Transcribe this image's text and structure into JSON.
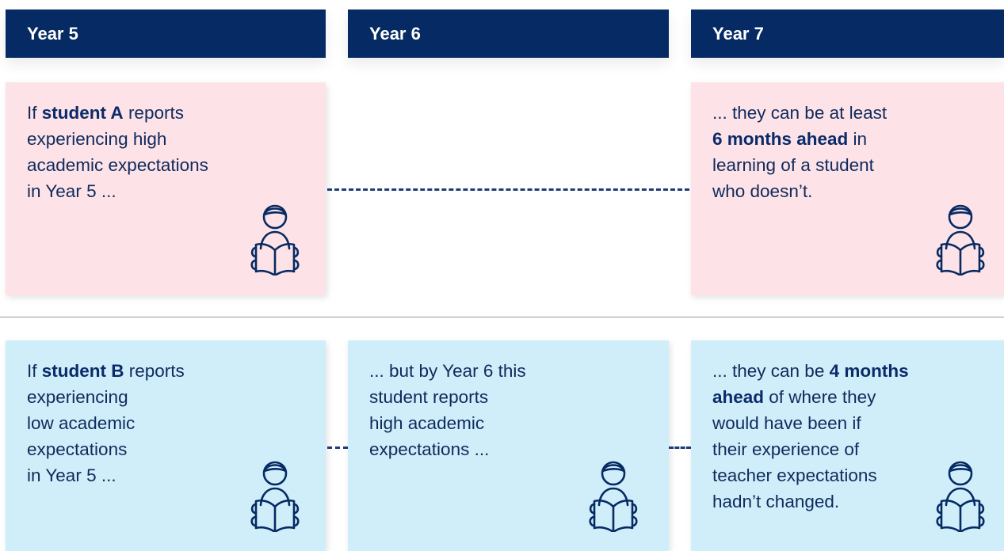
{
  "headers": [
    "Year 5",
    "Year 6",
    "Year 7"
  ],
  "row_a": {
    "year5_lines": [
      [
        {
          "t": "If "
        },
        {
          "t": "student A",
          "b": true
        },
        {
          "t": " reports"
        }
      ],
      [
        {
          "t": "experiencing high"
        }
      ],
      [
        {
          "t": "academic expectations"
        }
      ],
      [
        {
          "t": "in Year 5 ..."
        }
      ]
    ],
    "year7_lines": [
      [
        {
          "t": "... they can be at least"
        }
      ],
      [
        {
          "t": "6 months ahead",
          "b": true
        },
        {
          "t": " in"
        }
      ],
      [
        {
          "t": "learning of a student"
        }
      ],
      [
        {
          "t": "who doesn’t."
        }
      ]
    ]
  },
  "row_b": {
    "year5_lines": [
      [
        {
          "t": "If "
        },
        {
          "t": "student B",
          "b": true
        },
        {
          "t": " reports"
        }
      ],
      [
        {
          "t": "experiencing"
        }
      ],
      [
        {
          "t": "low academic"
        }
      ],
      [
        {
          "t": "expectations"
        }
      ],
      [
        {
          "t": "in Year 5 ..."
        }
      ]
    ],
    "year6_lines": [
      [
        {
          "t": "... but by Year 6 this"
        }
      ],
      [
        {
          "t": "student reports"
        }
      ],
      [
        {
          "t": "high academic"
        }
      ],
      [
        {
          "t": "expectations ..."
        }
      ]
    ],
    "year7_lines": [
      [
        {
          "t": "... they can be "
        },
        {
          "t": "4 months",
          "b": true
        }
      ],
      [
        {
          "t": "ahead",
          "b": true
        },
        {
          "t": " of where they"
        }
      ],
      [
        {
          "t": "would have been if"
        }
      ],
      [
        {
          "t": "their experience of"
        }
      ],
      [
        {
          "t": "teacher expectations"
        }
      ],
      [
        {
          "t": "hadn’t changed."
        }
      ]
    ]
  },
  "colors": {
    "header_bg": "#062a63",
    "pink_box": "#fde3e7",
    "blue_box": "#cfeefa",
    "text": "#0f2a5c"
  },
  "icons": [
    "student-reading-icon"
  ]
}
